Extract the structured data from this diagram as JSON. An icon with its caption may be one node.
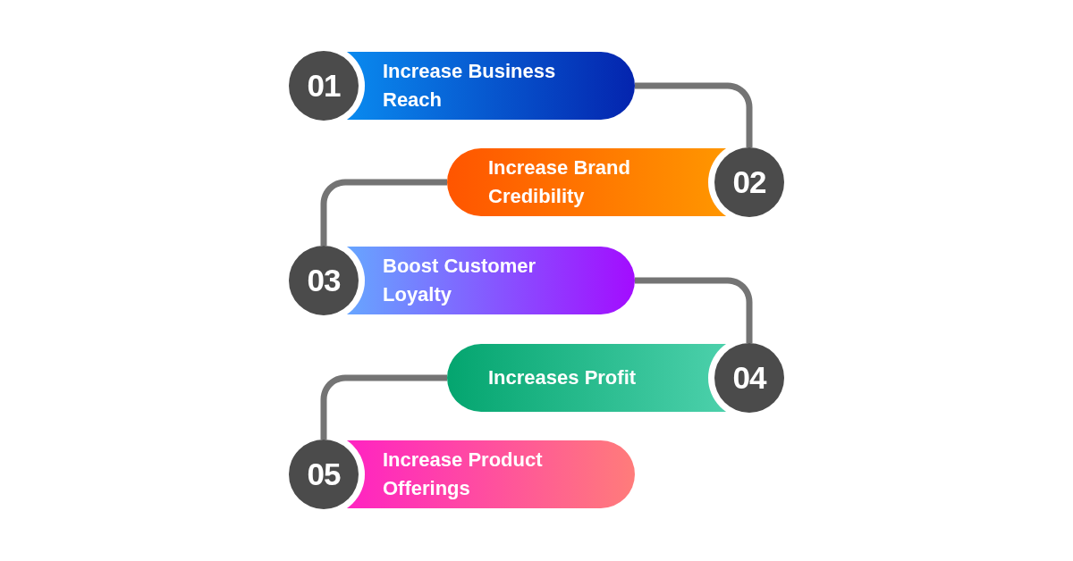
{
  "diagram": {
    "nodes": [
      {
        "text": [
          "01",
          "Increase Business Reach"
        ]
      },
      {
        "text": [
          "Increase Brand Credibility",
          "02"
        ]
      },
      {
        "text": [
          "03",
          "Boost Customer Loyalty"
        ]
      },
      {
        "text": [
          "Increases Profit",
          "04"
        ]
      },
      {
        "text": [
          "05",
          "Increase Product Offerings"
        ]
      }
    ],
    "edges": [
      {
        "from": 0,
        "to": 1,
        "arrow": "none"
      },
      {
        "from": 1,
        "to": 2,
        "arrow": "none"
      },
      {
        "from": 2,
        "to": 3,
        "arrow": "none"
      },
      {
        "from": 3,
        "to": 4,
        "arrow": "none"
      }
    ]
  }
}
